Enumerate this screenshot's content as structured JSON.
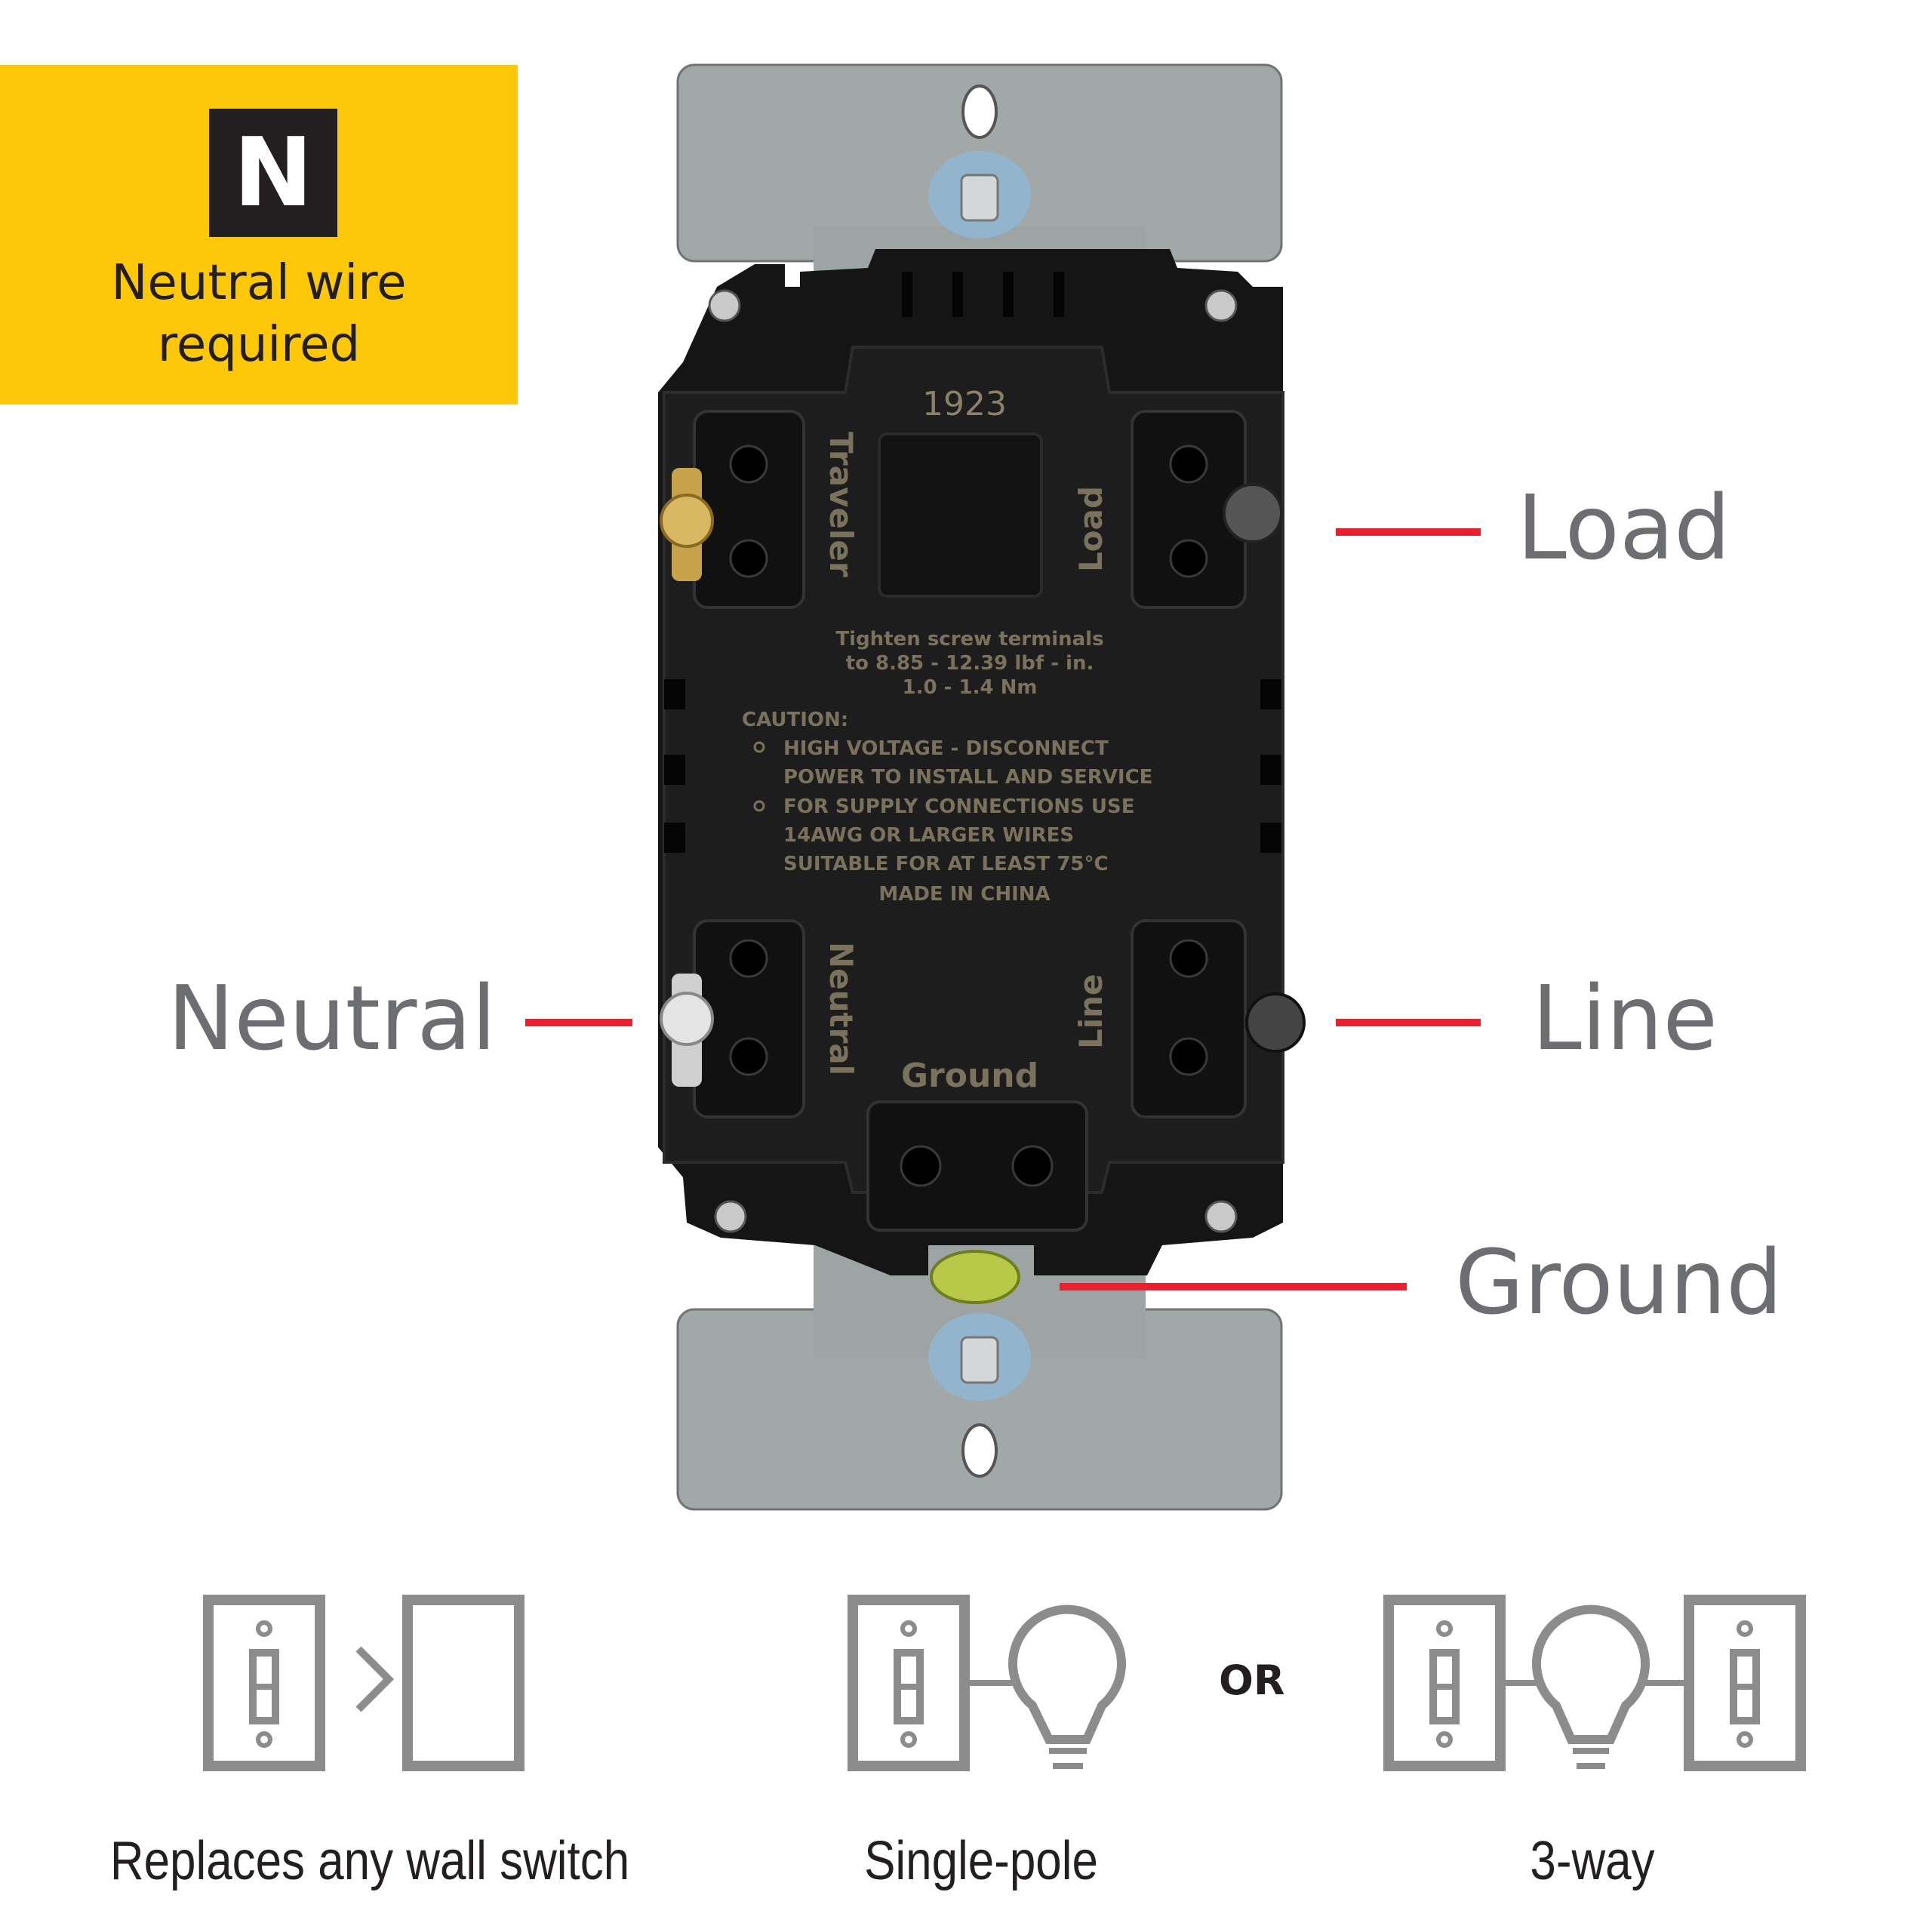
{
  "badge": {
    "letter": "N",
    "text_line1": "Neutral wire",
    "text_line2": "required",
    "bg_color": "#fdc80a"
  },
  "device": {
    "model_code": "1923",
    "terminal_labels": {
      "traveler": "Traveler",
      "load": "Load",
      "neutral": "Neutral",
      "line": "Line",
      "ground": "Ground"
    },
    "torque_note": [
      "Tighten screw terminals",
      "to 8.85 - 12.39 lbf - in.",
      "1.0 - 1.4 Nm"
    ],
    "caution_title": "CAUTION:",
    "caution_lines": [
      "HIGH VOLTAGE - DISCONNECT",
      "POWER TO INSTALL AND SERVICE",
      "FOR SUPPLY CONNECTIONS USE",
      "14AWG OR LARGER WIRES",
      "SUITABLE FOR AT LEAST 75°C",
      "MADE IN CHINA"
    ]
  },
  "callouts": {
    "load": "Load",
    "neutral": "Neutral",
    "line": "Line",
    "ground": "Ground",
    "line_color": "#e8212f"
  },
  "captions": {
    "replaces": "Replaces any wall switch",
    "single_pole": "Single-pole",
    "or": "OR",
    "three_way": "3-way"
  }
}
